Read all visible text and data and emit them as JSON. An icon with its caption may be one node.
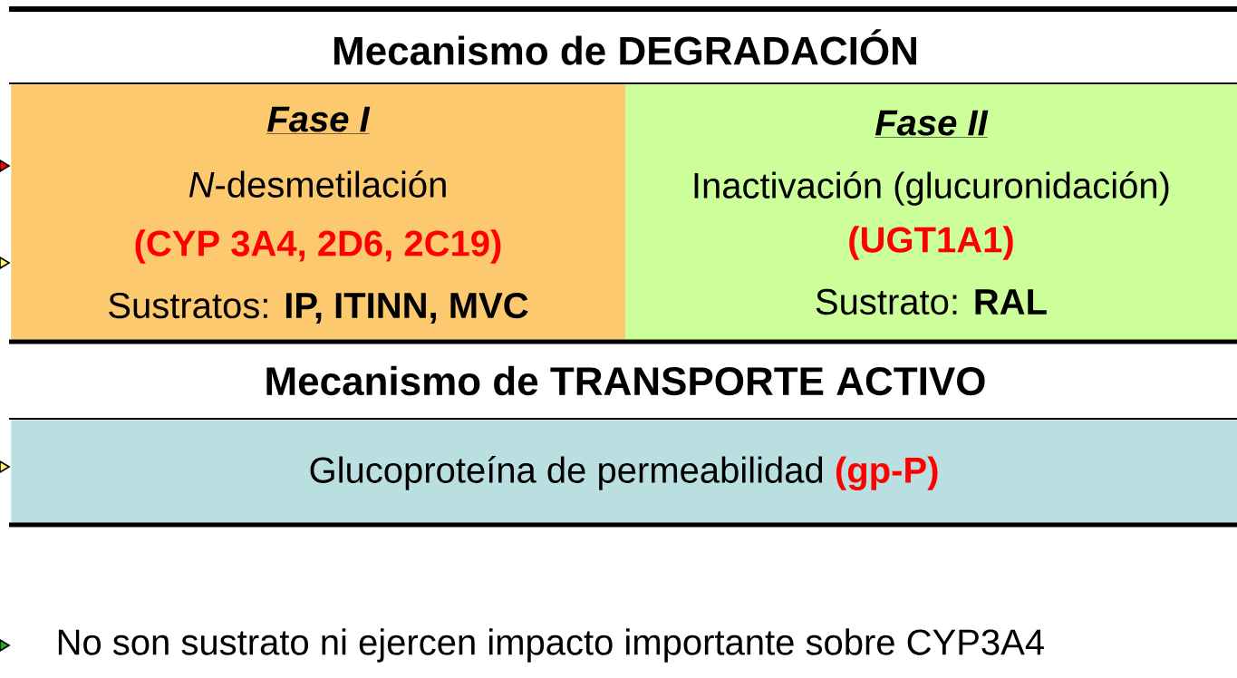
{
  "diagram": {
    "nodes": [
      {
        "text": [
          "Fase I",
          "*N*-desmetilación",
          "(CYP 3A4, 2D6, 2C19)",
          "Sustratos: **IP, ITINN, MVC**"
        ]
      },
      {
        "text": [
          "Fase II",
          "Inactivación (glucuronidación)",
          "(UGT1A1)",
          "Sustrato: **RAL**"
        ]
      },
      {
        "text": [
          "Glucoproteína de permeabilidad",
          "(gp-P)"
        ]
      }
    ],
    "labels": [
      "Mecanismo de DEGRADACIÓN",
      "Mecanismo de TRANSPORTE ACTIVO",
      "No son sustrato ni ejercen impacto importante sobre CYP3A4"
    ]
  }
}
